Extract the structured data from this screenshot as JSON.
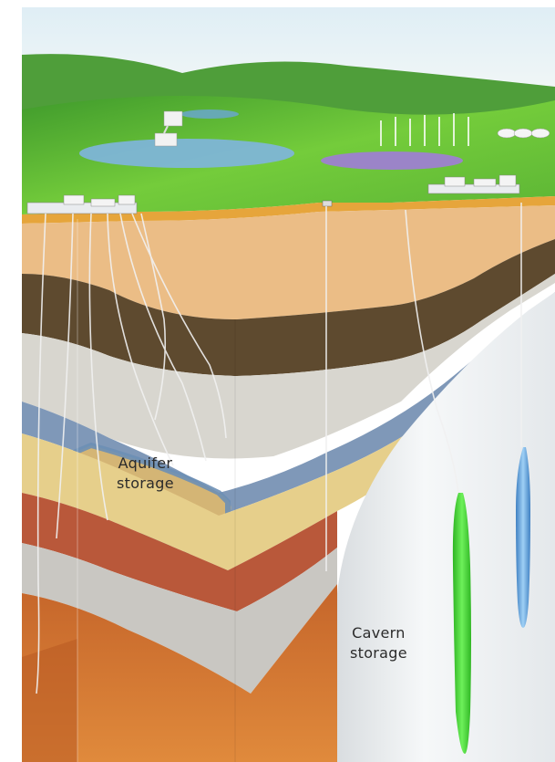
{
  "labels": {
    "aquifer_line1": "Aquifer",
    "aquifer_line2": "storage",
    "cavern_line1": "Cavern",
    "cavern_line2": "storage"
  },
  "colors": {
    "sky": "#eaf3f7",
    "grass": "#6cc63a",
    "lake": "#7eb6e0",
    "solar_field": "#9b84c8",
    "topsoil": "#e8b37a",
    "dark_shale": "#5e4a2f",
    "grey_rock": "#d7d6d0",
    "aquifer_blue": "#7f98b8",
    "sandstone": "#e7cf8c",
    "red_clay": "#b9583a",
    "deep_ground": "#d4762f",
    "salt_dome": "#f1f3f4",
    "cavern_green": "#3ecf2f",
    "cavern_blue": "#5ea3dc"
  },
  "icons": [
    "wind-turbine-icon",
    "storage-tank-icon",
    "facility-icon",
    "pipeline-icon"
  ]
}
